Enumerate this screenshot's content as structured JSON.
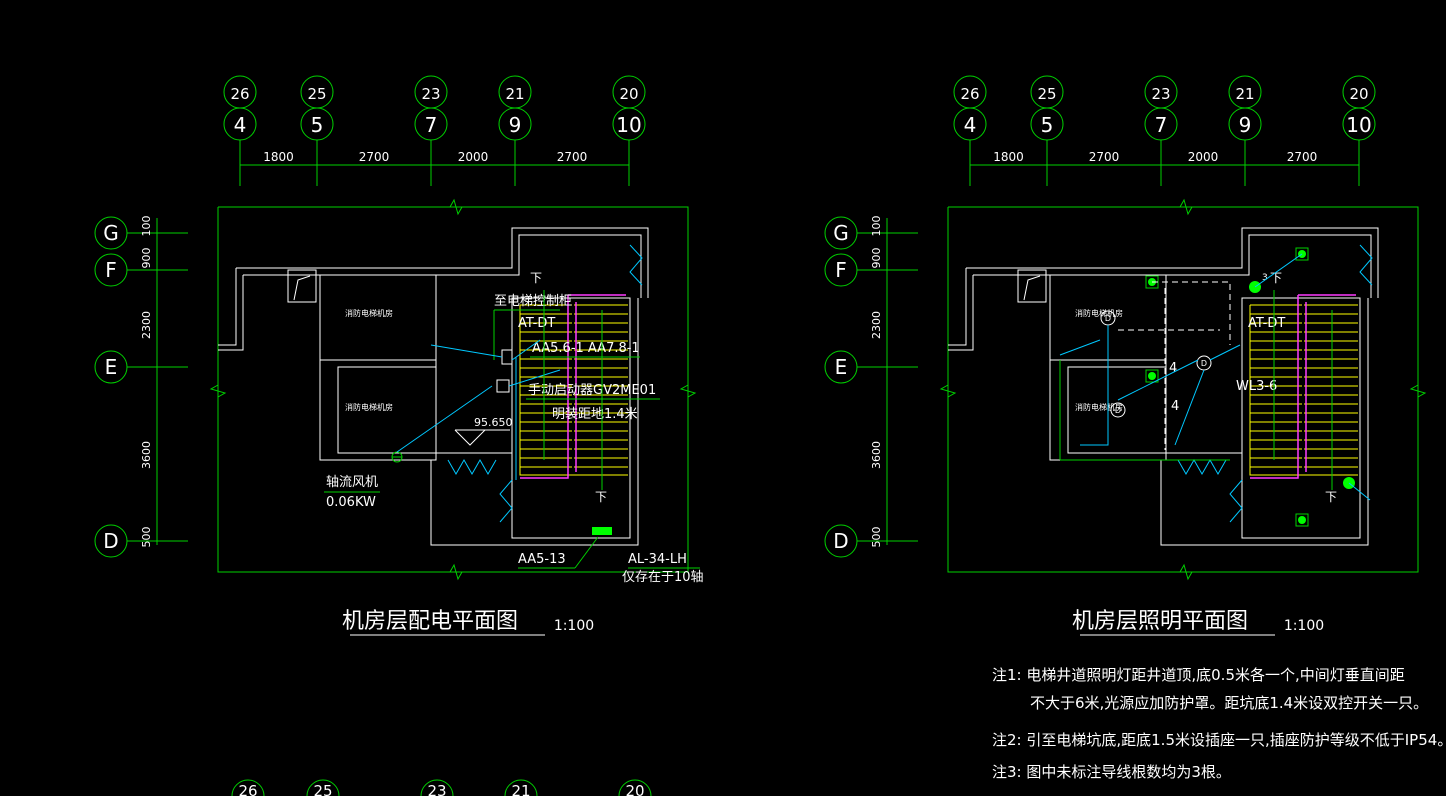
{
  "plans": [
    {
      "id": "power",
      "title": "机房层配电平面图",
      "scale": "1:100",
      "top_axes": [
        {
          "top": "26",
          "bottom": "4"
        },
        {
          "top": "25",
          "bottom": "5"
        },
        {
          "top": "23",
          "bottom": "7"
        },
        {
          "top": "21",
          "bottom": "9"
        },
        {
          "top": "20",
          "bottom": "10"
        }
      ],
      "top_dims": [
        "1800",
        "2700",
        "2000",
        "2700"
      ],
      "side_axes": [
        "G",
        "F",
        "E",
        "D"
      ],
      "side_dims": [
        "100",
        "900",
        "2300",
        "3600",
        "500"
      ],
      "room_labels": [
        "消防电梯机房",
        "消防电梯机房"
      ],
      "annotations": {
        "panel_to": "至电梯控制柜",
        "at_dt": "AT-DT",
        "aa": "AA5.6-1  AA7.8-1",
        "starter": "手动启动器GV2ME01",
        "mount": "明装距地1.4米",
        "elev": "95.650",
        "fan": "轴流风机",
        "fan_power": "0.06KW",
        "aa5": "AA5-13",
        "al": "AL-34-LH",
        "al_note": "仅存在于10轴",
        "down1": "下",
        "down2": "下"
      }
    },
    {
      "id": "lighting",
      "title": "机房层照明平面图",
      "scale": "1:100",
      "top_axes": [
        {
          "top": "26",
          "bottom": "4"
        },
        {
          "top": "25",
          "bottom": "5"
        },
        {
          "top": "23",
          "bottom": "7"
        },
        {
          "top": "21",
          "bottom": "9"
        },
        {
          "top": "20",
          "bottom": "10"
        }
      ],
      "top_dims": [
        "1800",
        "2700",
        "2000",
        "2700"
      ],
      "side_axes": [
        "G",
        "F",
        "E",
        "D"
      ],
      "side_dims": [
        "100",
        "900",
        "2300",
        "3600",
        "500"
      ],
      "room_labels": [
        "消防电梯机房",
        "消防电梯机房"
      ],
      "annotations": {
        "at_dt": "AT-DT",
        "wl": "WL3-6",
        "four1": "4",
        "four2": "4",
        "down1": "下",
        "down2": "下",
        "three": "3",
        "d": "D"
      }
    }
  ],
  "notes": [
    "注1: 电梯井道照明灯距井道顶,底0.5米各一个,中间灯垂直间距",
    "不大于6米,光源应加防护罩。距坑底1.4米设双控开关一只。",
    "注2: 引至电梯坑底,距底1.5米设插座一只,插座防护等级不低于IP54。",
    "注3: 图中未标注导线根数均为3根。"
  ],
  "bottom_axes": [
    "26",
    "25",
    "23",
    "21",
    "20"
  ],
  "colors": {
    "background": "#000000",
    "axis": "#00d000",
    "wall": "#ffffff",
    "wire": "#00c8ff",
    "shaft": "#ff3cff",
    "stair": "#ffff00"
  }
}
